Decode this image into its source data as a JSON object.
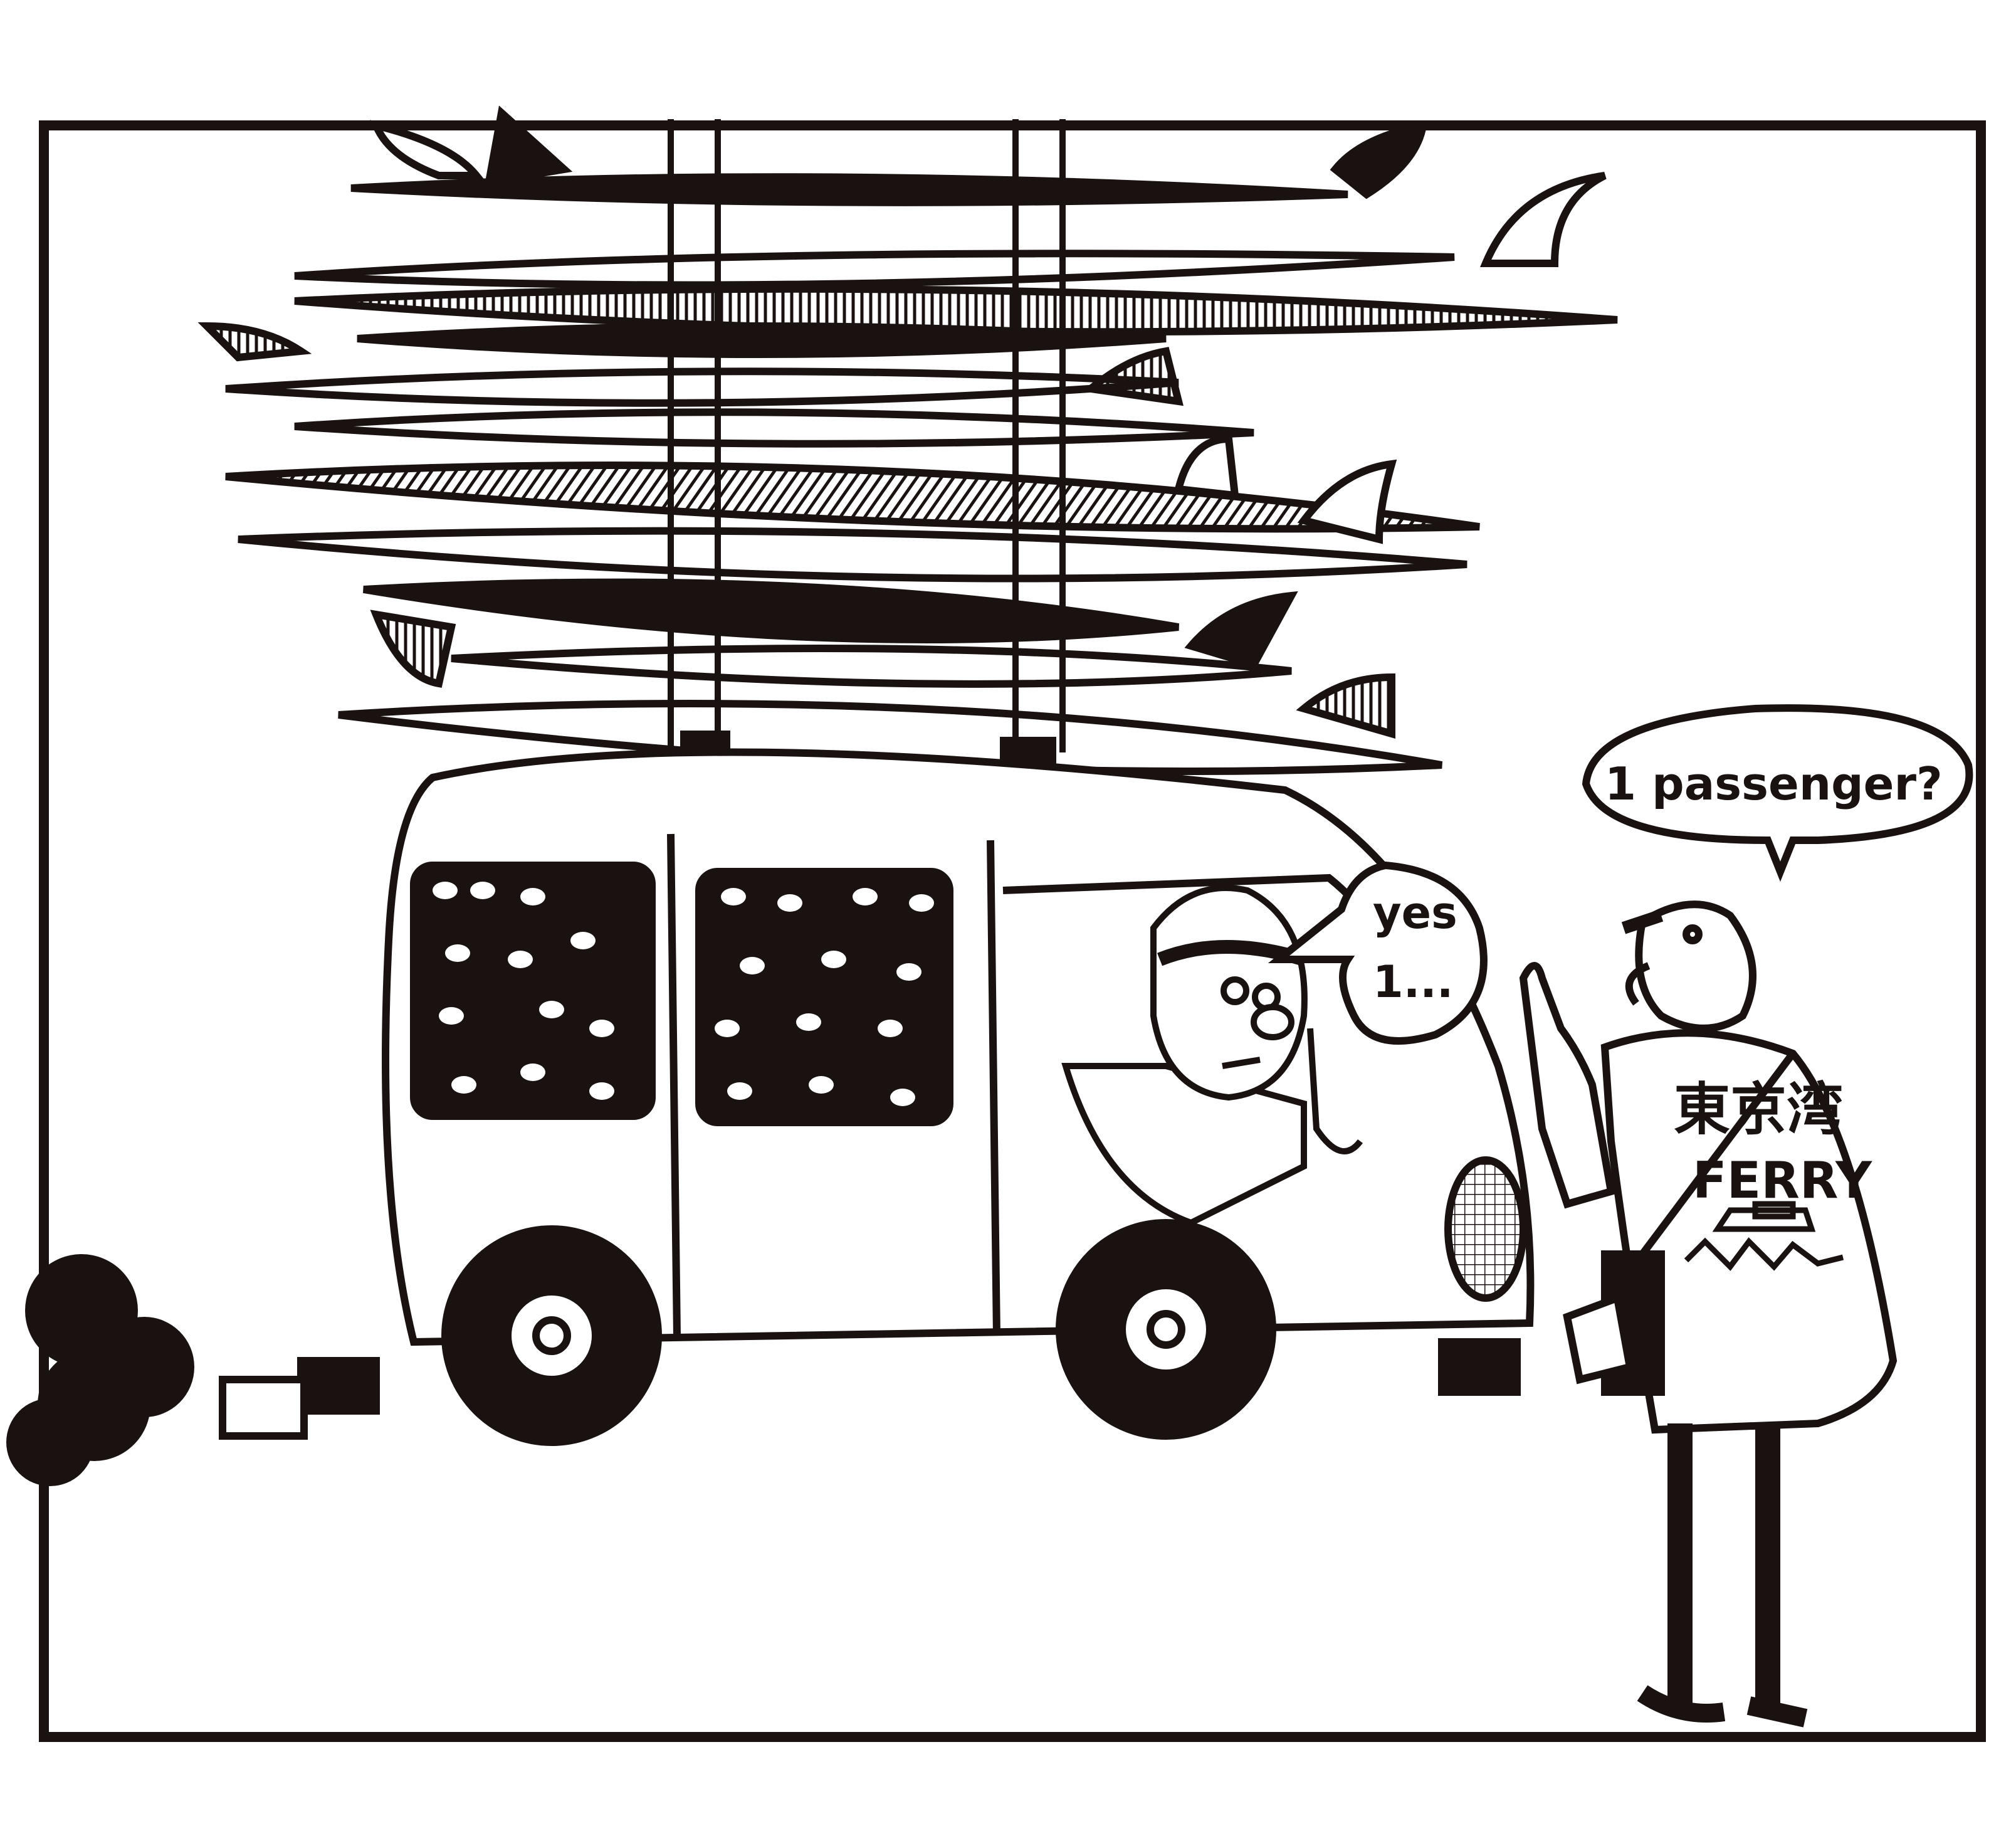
{
  "comic": {
    "panel_count": 1,
    "ink_color": "#1a1210",
    "paper_color": "#ffffff",
    "speech_bubbles": [
      {
        "speaker": "ferry-attendant",
        "text": "1 passenger?"
      },
      {
        "speaker": "van-driver",
        "line1": "yes",
        "line2": "1..."
      }
    ],
    "jacket": {
      "kanji": "東京湾",
      "word": "FERRY",
      "emblem": "boat-on-waves-icon"
    },
    "scene_elements": [
      "surfboard-stack",
      "roof-straps",
      "van",
      "van-windows-full-of-eyes",
      "driver-with-headband",
      "exhaust-smoke",
      "ferry-attendant",
      "tickets-in-bag"
    ]
  }
}
